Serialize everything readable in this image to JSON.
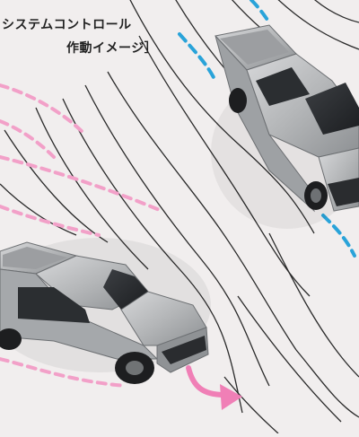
{
  "caption": {
    "line1": "システムコントロール",
    "line2": "作動イメージ］"
  },
  "colors": {
    "background": "#f1eeee",
    "contour_line": "#2a2a2a",
    "trail_left": "#f2a0c8",
    "trail_right": "#29a3d9",
    "arrow": "#f07fb6",
    "vehicle_body": "#b9bbbd"
  },
  "icons": [
    "pickup-truck-silver",
    "curved-arrow-pink"
  ]
}
